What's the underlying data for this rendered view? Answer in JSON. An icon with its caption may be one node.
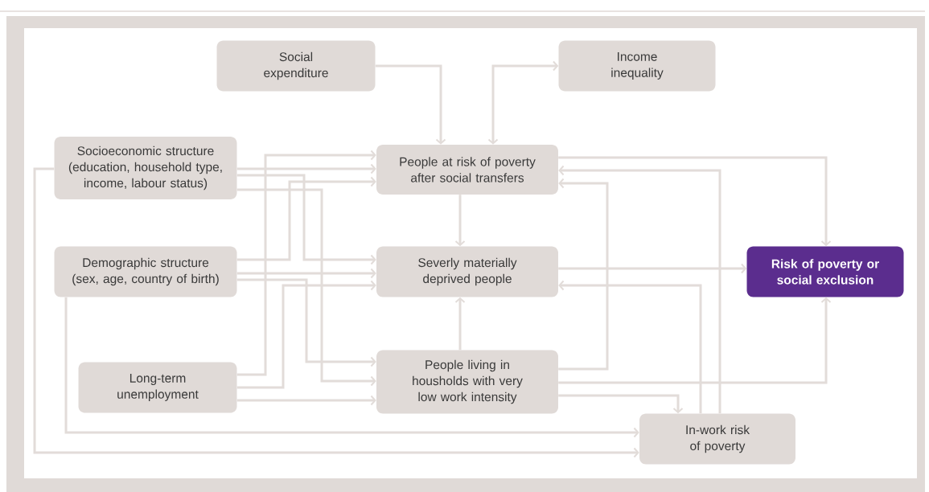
{
  "diagram": {
    "nodes": [
      {
        "text": [
          "Social expenditure"
        ]
      },
      {
        "text": [
          "Income inequality"
        ]
      },
      {
        "text": [
          "Socioeconomic structure",
          "(education, household type, income, labour status)"
        ]
      },
      {
        "text": [
          "People at risk of poverty after social transfers"
        ]
      },
      {
        "text": [
          "Demographic structure",
          "(sex, age, country of birth)"
        ]
      },
      {
        "text": [
          "Severly materially deprived people"
        ]
      },
      {
        "text": [
          "Risk of poverty or social exclusion"
        ]
      },
      {
        "text": [
          "Long-term unemployment"
        ]
      },
      {
        "text": [
          "People living in housholds with very low work intensity"
        ]
      },
      {
        "text": [
          "In-work risk of poverty"
        ]
      }
    ],
    "edges": [
      {
        "from": 0,
        "to": 3,
        "arrow": "to"
      },
      {
        "from": 3,
        "to": 1,
        "arrow": "both"
      },
      {
        "from": 2,
        "to": 3,
        "arrow": "to"
      },
      {
        "from": 7,
        "to": 3,
        "arrow": "to"
      },
      {
        "from": 4,
        "to": 3,
        "arrow": "to"
      },
      {
        "from": 2,
        "to": 5,
        "arrow": "to"
      },
      {
        "from": 4,
        "to": 5,
        "arrow": "to"
      },
      {
        "from": 7,
        "to": 5,
        "arrow": "to"
      },
      {
        "from": 2,
        "to": 8,
        "arrow": "to"
      },
      {
        "from": 4,
        "to": 8,
        "arrow": "to"
      },
      {
        "from": 7,
        "to": 8,
        "arrow": "to"
      },
      {
        "from": 2,
        "to": 9,
        "arrow": "to"
      },
      {
        "from": 4,
        "to": 9,
        "arrow": "to"
      },
      {
        "from": 3,
        "to": 5,
        "arrow": "to"
      },
      {
        "from": 8,
        "to": 5,
        "arrow": "to"
      },
      {
        "from": 3,
        "to": 6,
        "arrow": "to"
      },
      {
        "from": 8,
        "to": 3,
        "arrow": "to"
      },
      {
        "from": 9,
        "to": 3,
        "arrow": "to"
      },
      {
        "from": 9,
        "to": 5,
        "arrow": "to"
      },
      {
        "from": 5,
        "to": 6,
        "arrow": "to"
      },
      {
        "from": 8,
        "to": 6,
        "arrow": "to"
      },
      {
        "from": 8,
        "to": 9,
        "arrow": "to"
      }
    ]
  }
}
